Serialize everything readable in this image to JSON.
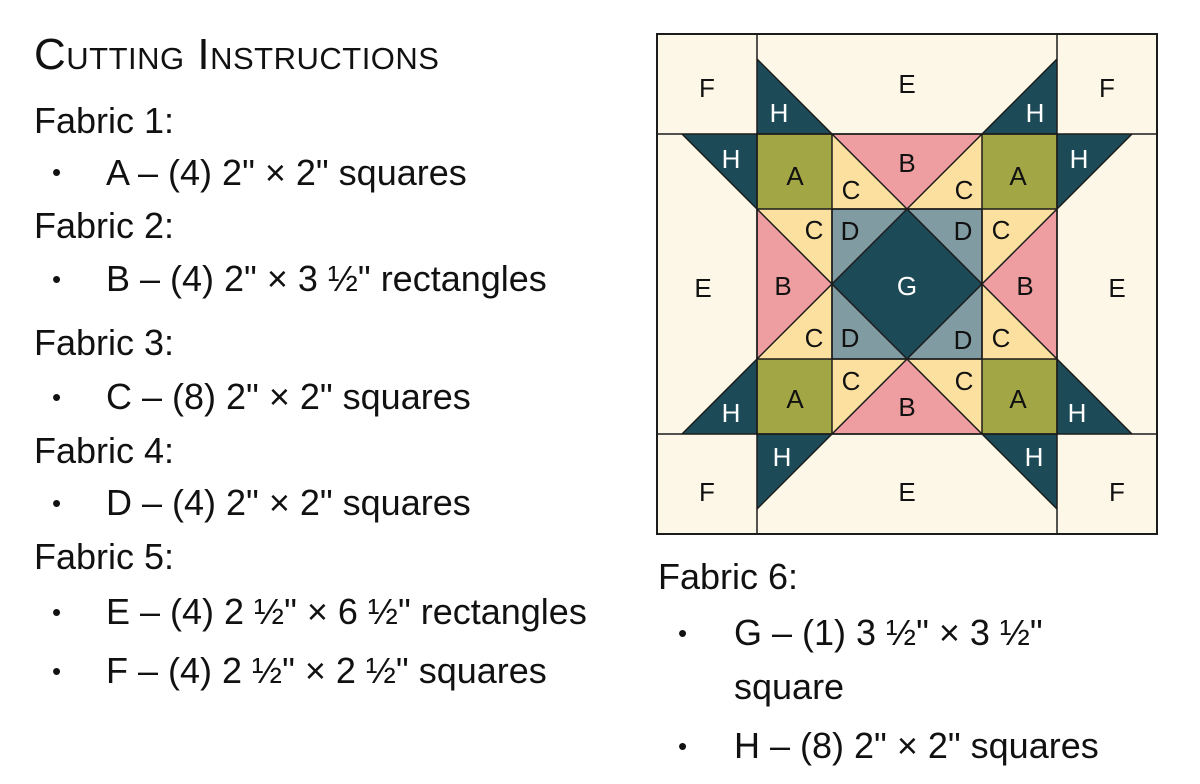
{
  "title": "Cutting Instructions",
  "fabrics": [
    {
      "heading": "Fabric 1:",
      "items": [
        "A – (4) 2\" × 2\" squares"
      ]
    },
    {
      "heading": "Fabric 2:",
      "items": [
        "B – (4) 2\" × 3 ½\" rectangles"
      ]
    },
    {
      "heading": "Fabric 3:",
      "items": [
        "C – (8) 2\" × 2\" squares"
      ]
    },
    {
      "heading": "Fabric 4:",
      "items": [
        "D – (4) 2\" × 2\" squares"
      ]
    },
    {
      "heading": "Fabric 5:",
      "items": [
        "E – (4) 2 ½\" × 6 ½\" rectangles",
        "F – (4) 2 ½\" × 2 ½\" squares"
      ]
    },
    {
      "heading": "Fabric 6:",
      "items": [
        "G – (1) 3 ½\" × 3 ½\"",
        "square",
        "H – (8) 2\" × 2\" squares"
      ]
    }
  ],
  "bullet": "•",
  "diagram": {
    "labels": {
      "F": "F",
      "E": "E",
      "H": "H",
      "A": "A",
      "B": "B",
      "C": "C",
      "D": "D",
      "G": "G"
    },
    "colors": {
      "background": "#fdf7e7",
      "outline": "#1c1c1c",
      "H": "#1d4a57",
      "A": "#a3a645",
      "B": "#ee9da0",
      "C": "#fbe0a0",
      "D": "#809ba2",
      "G": "#1d4a57"
    }
  }
}
